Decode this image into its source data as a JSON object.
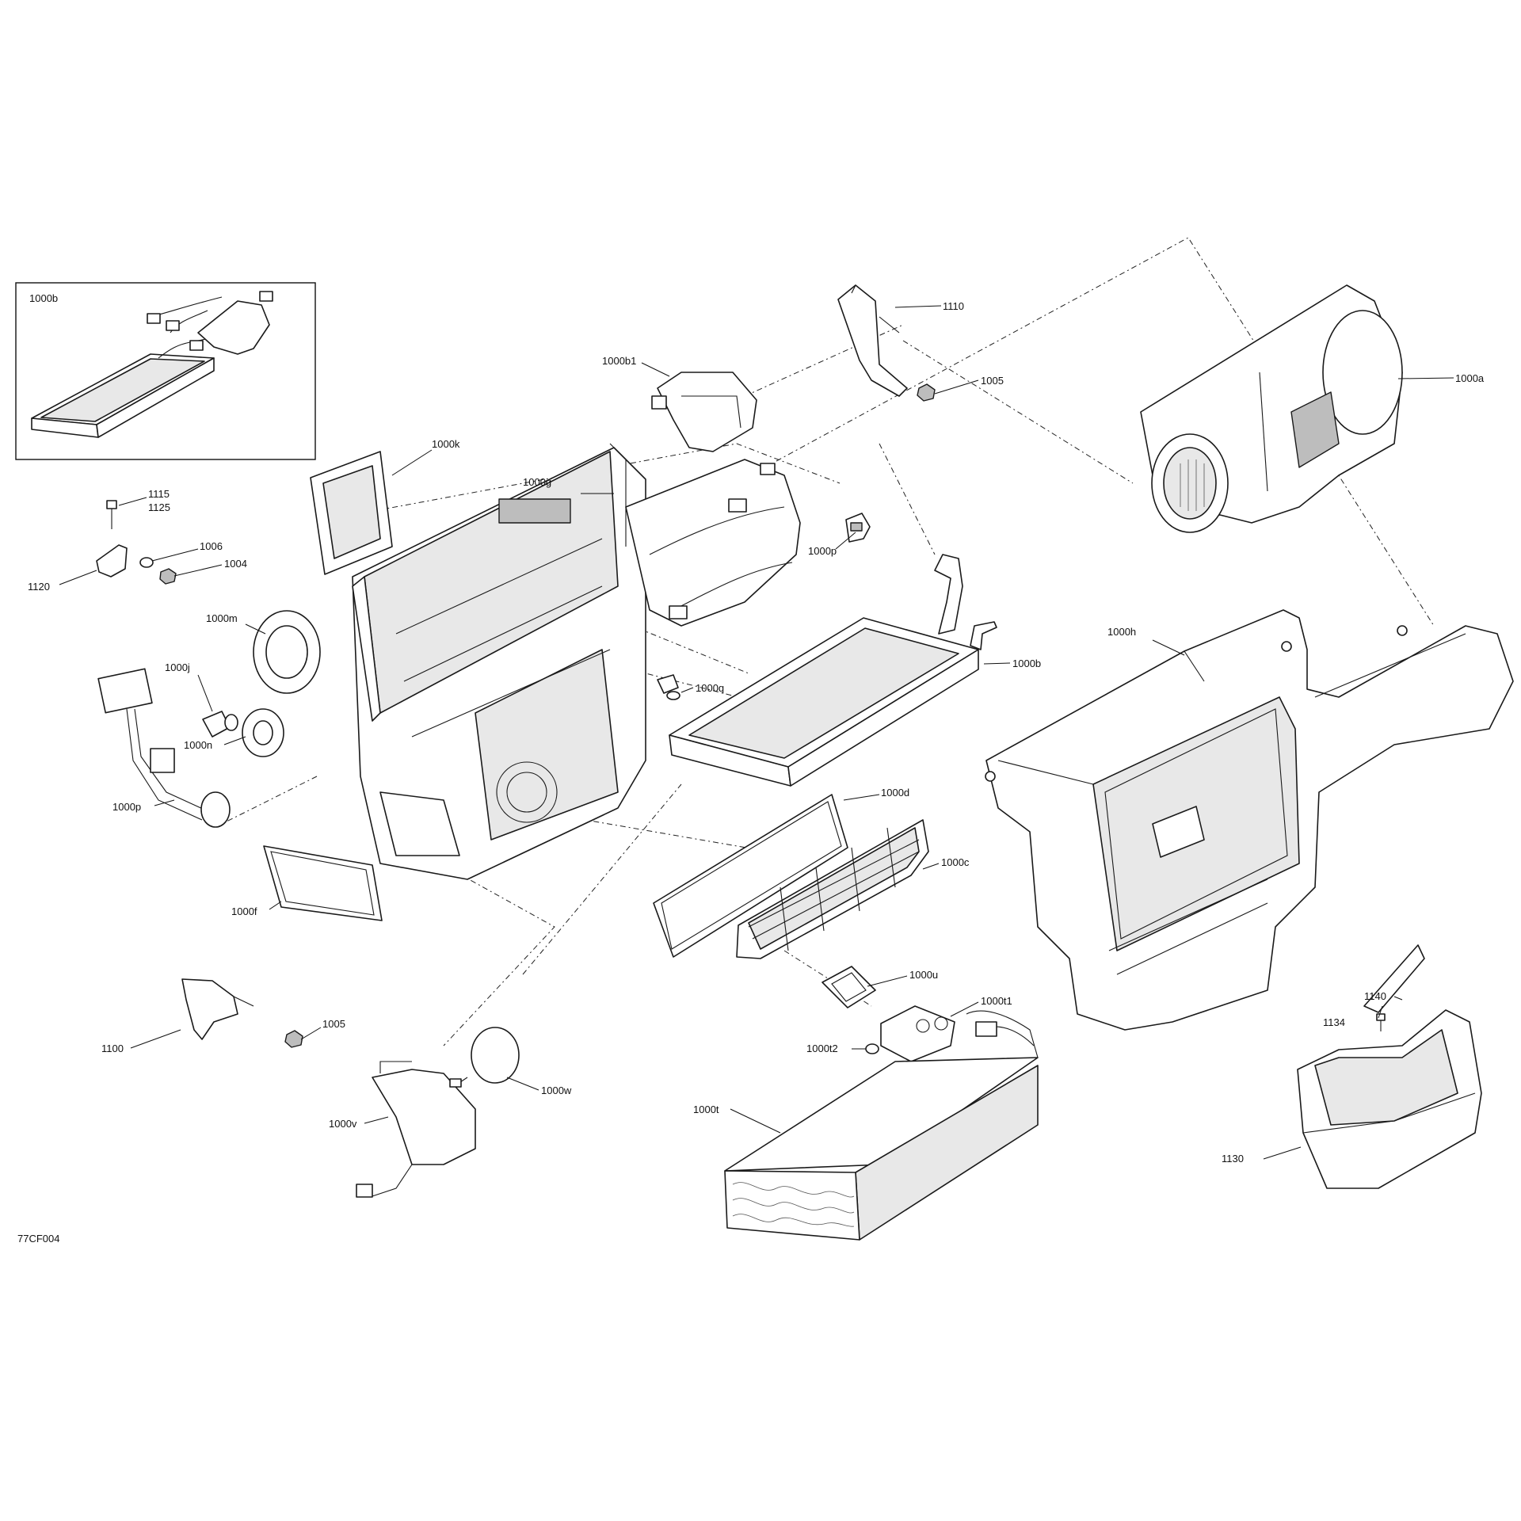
{
  "drawing_code": "77CF004",
  "inset": {
    "label": "1000b"
  },
  "callouts": {
    "c1000b_inset": "1000b",
    "c1000b1": "1000b1",
    "c1110": "1110",
    "c1005_top": "1005",
    "c1000a": "1000a",
    "c1000k": "1000k",
    "c1000g": "1000g",
    "c1115": "1115",
    "c1125": "1125",
    "c1006": "1006",
    "c1004": "1004",
    "c1120": "1120",
    "c1000p_top": "1000p",
    "c1000m": "1000m",
    "c1000j": "1000j",
    "c1000n": "1000n",
    "c1000p_left": "1000p",
    "c1000q": "1000q",
    "c1000b_main": "1000b",
    "c1000h": "1000h",
    "c1000d": "1000d",
    "c1000c": "1000c",
    "c1000f": "1000f",
    "c1100": "1100",
    "c1005_bottom": "1005",
    "c1000u": "1000u",
    "c1000t1": "1000t1",
    "c1000t2": "1000t2",
    "c1000w": "1000w",
    "c1000v": "1000v",
    "c1000t": "1000t",
    "c1140": "1140",
    "c1134": "1134",
    "c1130": "1130"
  }
}
